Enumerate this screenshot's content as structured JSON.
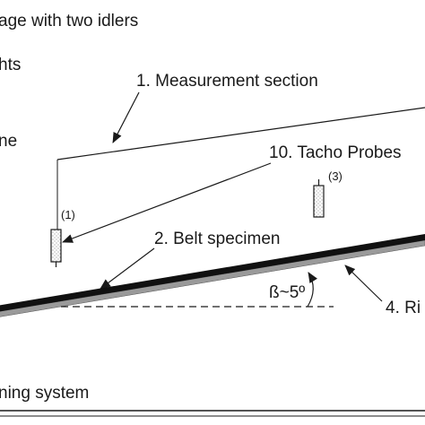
{
  "labels": {
    "top_left_1": "age with two idlers",
    "top_left_2": "hts",
    "top_left_3": "ne",
    "measurement_section": "1. Measurement section",
    "tacho_probes": "10. Tacho Probes",
    "probe_1": "(1)",
    "probe_3": "(3)",
    "belt_specimen": "2. Belt specimen",
    "angle": "ß~5º",
    "right_label": "4. Ri",
    "bottom_label": "ning system"
  },
  "colors": {
    "ink": "#1a1a1a",
    "belt_dark": "#111111",
    "belt_grey": "#9a9a9a",
    "probe_fill": "#ffffff"
  },
  "icons": {
    "probe_1": "tacho-probe-icon",
    "probe_3": "tacho-probe-icon",
    "arrowhead": "arrowhead-icon"
  }
}
